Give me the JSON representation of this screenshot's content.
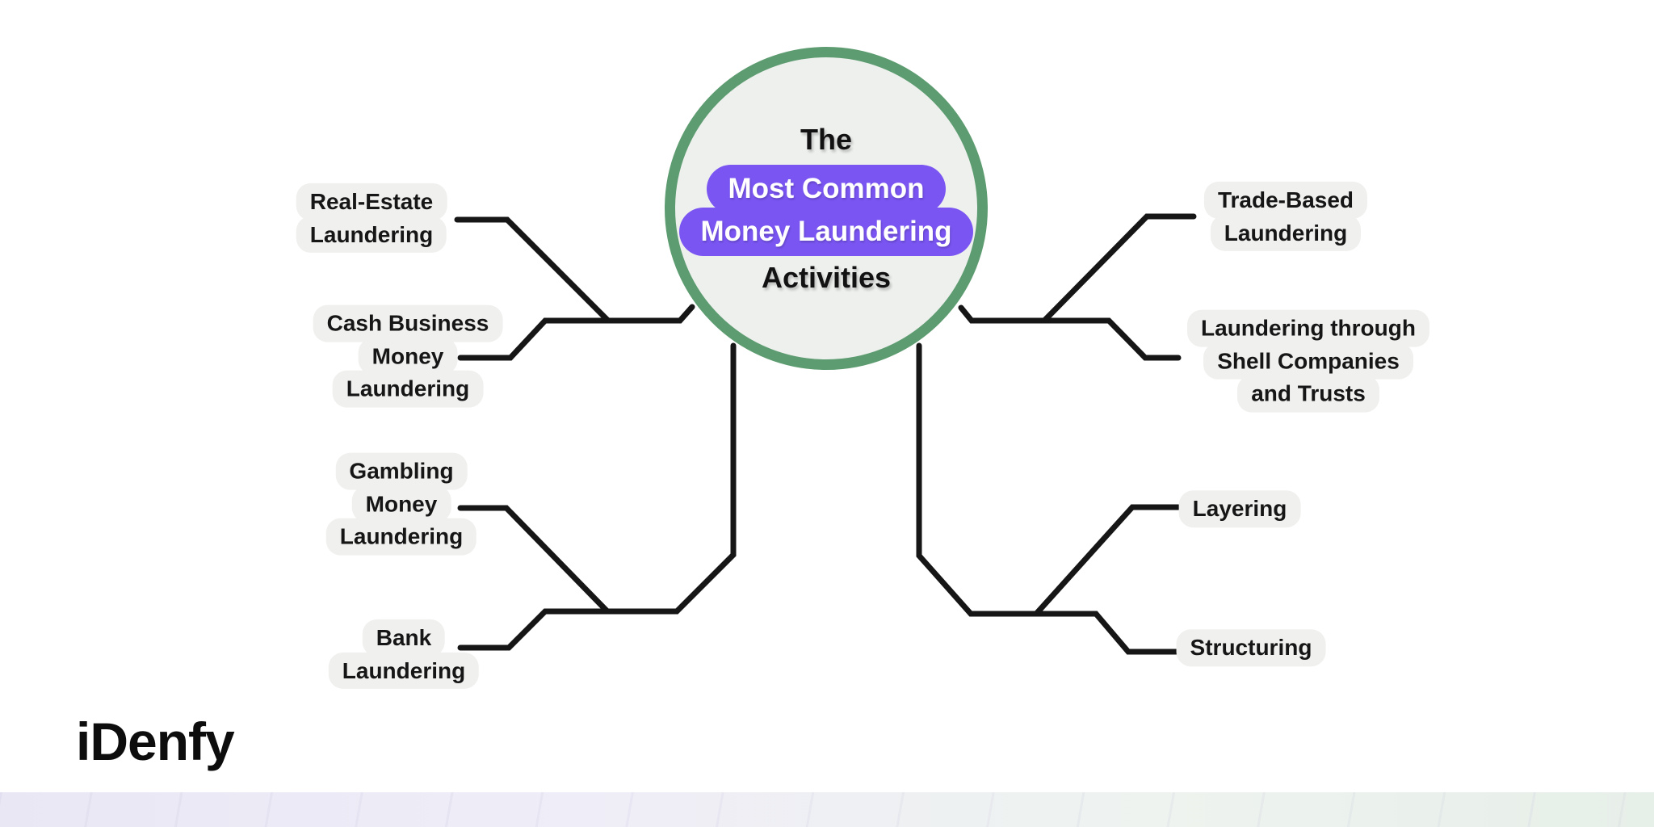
{
  "center": {
    "line_top": "The",
    "highlight_lines": [
      "Most Common",
      "Money Laundering"
    ],
    "line_bottom": "Activities"
  },
  "nodes": [
    {
      "id": "real-estate-laundering",
      "side": "left",
      "lines": [
        "Real-Estate",
        "Laundering"
      ]
    },
    {
      "id": "cash-business-money-laundering",
      "side": "left",
      "lines": [
        "Cash Business",
        "Money",
        "Laundering"
      ]
    },
    {
      "id": "gambling-money-laundering",
      "side": "left",
      "lines": [
        "Gambling",
        "Money",
        "Laundering"
      ]
    },
    {
      "id": "bank-laundering",
      "side": "left",
      "lines": [
        "Bank",
        "Laundering"
      ]
    },
    {
      "id": "trade-based-laundering",
      "side": "right",
      "lines": [
        "Trade-Based",
        "Laundering"
      ]
    },
    {
      "id": "laundering-through-shell-companies-and-trusts",
      "side": "right",
      "lines": [
        "Laundering through",
        "Shell Companies",
        "and Trusts"
      ]
    },
    {
      "id": "layering",
      "side": "right",
      "lines": [
        "Layering"
      ]
    },
    {
      "id": "structuring",
      "side": "right",
      "lines": [
        "Structuring"
      ]
    }
  ],
  "logo_text": "iDenfy",
  "colors": {
    "accent_purple": "#7a55f2",
    "ring_green": "#5d9c70",
    "circle_fill": "#eef0ee",
    "label_bg": "#f0f0ee",
    "connector_black": "#161616",
    "band_left_lavender": "#e9e7f4",
    "band_right_green": "#e7efe9"
  }
}
